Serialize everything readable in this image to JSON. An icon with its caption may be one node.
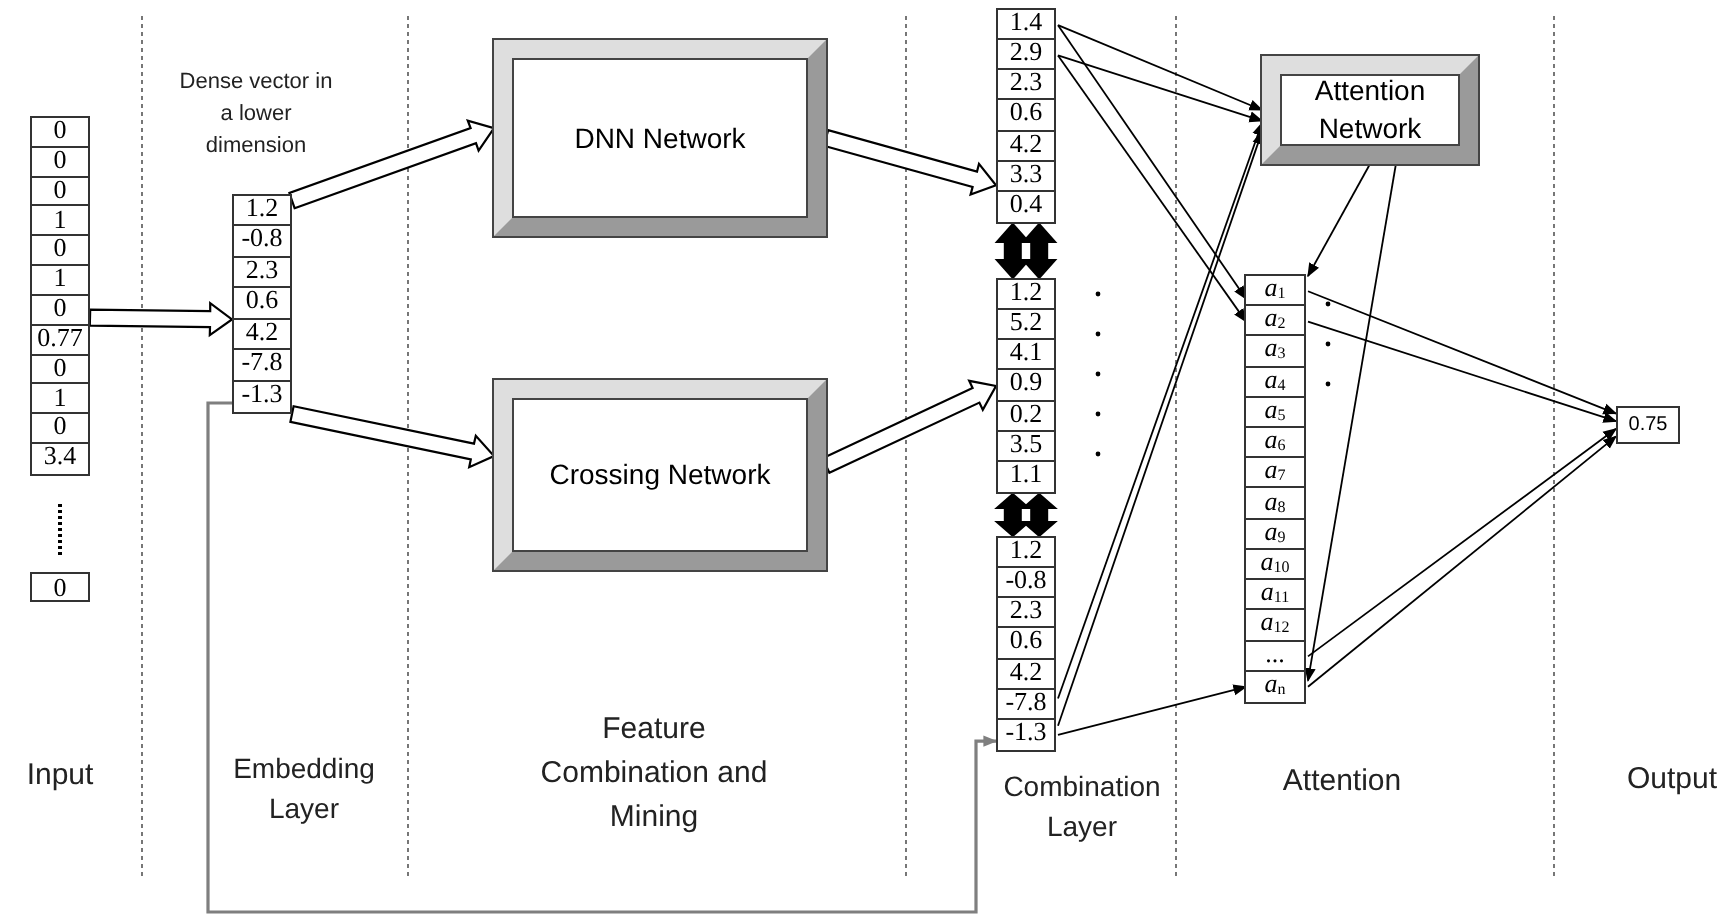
{
  "diagram": {
    "nodes": [
      {
        "text": [],
        "shape": "box"
      },
      {
        "text": [
          "0"
        ],
        "in": 0
      },
      {
        "text": [
          "0"
        ],
        "in": 0
      },
      {
        "text": [
          "0"
        ],
        "in": 0
      },
      {
        "text": [
          "1"
        ],
        "in": 0
      },
      {
        "text": [
          "0"
        ],
        "in": 0
      },
      {
        "text": [
          "1"
        ],
        "in": 0
      },
      {
        "text": [
          "0"
        ],
        "in": 0
      },
      {
        "text": [
          "0.77"
        ],
        "in": 0
      },
      {
        "text": [
          "0"
        ],
        "in": 0
      },
      {
        "text": [
          "1"
        ],
        "in": 0
      },
      {
        "text": [
          "0"
        ],
        "in": 0
      },
      {
        "text": [
          "3.4"
        ],
        "in": 0
      },
      {
        "text": [
          "0"
        ]
      },
      {
        "text": [],
        "shape": "box"
      },
      {
        "text": [
          "1.2"
        ],
        "in": 14
      },
      {
        "text": [
          "-0.8"
        ],
        "in": 14
      },
      {
        "text": [
          "2.3"
        ],
        "in": 14
      },
      {
        "text": [
          "0.6"
        ],
        "in": 14
      },
      {
        "text": [
          "4.2"
        ],
        "in": 14
      },
      {
        "text": [
          "-7.8"
        ],
        "in": 14
      },
      {
        "text": [
          "-1.3"
        ],
        "in": 14
      },
      {
        "text": [
          "DNN Network"
        ]
      },
      {
        "text": [
          "Crossing Network"
        ]
      },
      {
        "text": [],
        "shape": "box"
      },
      {
        "text": [
          "1.4"
        ],
        "in": 24
      },
      {
        "text": [
          "2.9"
        ],
        "in": 24
      },
      {
        "text": [
          "2.3"
        ],
        "in": 24
      },
      {
        "text": [
          "0.6"
        ],
        "in": 24
      },
      {
        "text": [
          "4.2"
        ],
        "in": 24
      },
      {
        "text": [
          "3.3"
        ],
        "in": 24
      },
      {
        "text": [
          "0.4"
        ],
        "in": 24
      },
      {
        "text": [],
        "shape": "box"
      },
      {
        "text": [
          "1.2"
        ],
        "in": 32
      },
      {
        "text": [
          "5.2"
        ],
        "in": 32
      },
      {
        "text": [
          "4.1"
        ],
        "in": 32
      },
      {
        "text": [
          "0.9"
        ],
        "in": 32
      },
      {
        "text": [
          "0.2"
        ],
        "in": 32
      },
      {
        "text": [
          "3.5"
        ],
        "in": 32
      },
      {
        "text": [
          "1.1"
        ],
        "in": 32
      },
      {
        "text": [],
        "shape": "box"
      },
      {
        "text": [
          "1.2"
        ],
        "in": 40
      },
      {
        "text": [
          "-0.8"
        ],
        "in": 40
      },
      {
        "text": [
          "2.3"
        ],
        "in": 40
      },
      {
        "text": [
          "0.6"
        ],
        "in": 40
      },
      {
        "text": [
          "4.2"
        ],
        "in": 40
      },
      {
        "text": [
          "-7.8"
        ],
        "in": 40
      },
      {
        "text": [
          "-1.3"
        ],
        "in": 40
      },
      {
        "text": [
          "Attention Network"
        ]
      },
      {
        "text": [],
        "shape": "box"
      },
      {
        "text": [
          "*a*$_{1}$"
        ],
        "in": 49
      },
      {
        "text": [
          "*a*$_{2}$"
        ],
        "in": 49
      },
      {
        "text": [
          "*a*$_{3}$"
        ],
        "in": 49
      },
      {
        "text": [
          "*a*$_{4}$"
        ],
        "in": 49
      },
      {
        "text": [
          "*a*$_{5}$"
        ],
        "in": 49
      },
      {
        "text": [
          "*a*$_{6}$"
        ],
        "in": 49
      },
      {
        "text": [
          "*a*$_{7}$"
        ],
        "in": 49
      },
      {
        "text": [
          "*a*$_{8}$"
        ],
        "in": 49
      },
      {
        "text": [
          "*a*$_{9}$"
        ],
        "in": 49
      },
      {
        "text": [
          "*a*$_{10}$"
        ],
        "in": 49
      },
      {
        "text": [
          "*a*$_{11}$"
        ],
        "in": 49
      },
      {
        "text": [
          "*a*$_{12}$"
        ],
        "in": 49
      },
      {
        "text": [
          "..."
        ],
        "in": 49
      },
      {
        "text": [
          "*a*$_{n}$"
        ],
        "in": 49
      },
      {
        "text": [
          "0.75"
        ]
      }
    ],
    "edges": [
      {
        "from": 0,
        "to": 14,
        "arrow": "to",
        "style": "thick"
      },
      {
        "from": 14,
        "to": 22,
        "arrow": "to",
        "style": "thick"
      },
      {
        "from": 14,
        "to": 23,
        "arrow": "to",
        "style": "thick"
      },
      {
        "from": 22,
        "to": 24,
        "arrow": "to",
        "style": "thick"
      },
      {
        "from": 23,
        "to": 32,
        "arrow": "to",
        "style": "thick"
      },
      {
        "from": 24,
        "to": 32,
        "arrow": "both",
        "style": "thick"
      },
      {
        "from": 24,
        "to": 32,
        "arrow": "both",
        "style": "thick"
      },
      {
        "from": 32,
        "to": 40,
        "arrow": "both",
        "style": "thick"
      },
      {
        "from": 32,
        "to": 40,
        "arrow": "both",
        "style": "thick"
      },
      {
        "from": 25,
        "to": 48,
        "arrow": "to"
      },
      {
        "from": 25,
        "to": 50,
        "arrow": "to"
      },
      {
        "from": 26,
        "to": 48,
        "arrow": "to"
      },
      {
        "from": 26,
        "to": 51,
        "arrow": "to"
      },
      {
        "from": 46,
        "to": 48,
        "arrow": "to"
      },
      {
        "from": 47,
        "to": 48,
        "arrow": "to"
      },
      {
        "from": 47,
        "to": 63,
        "arrow": "to"
      },
      {
        "from": 48,
        "to": 50,
        "arrow": "to"
      },
      {
        "from": 48,
        "to": 63,
        "arrow": "to"
      },
      {
        "from": 50,
        "to": 64,
        "arrow": "to"
      },
      {
        "from": 51,
        "to": 64,
        "arrow": "to"
      },
      {
        "from": 62,
        "to": 64,
        "arrow": "to"
      },
      {
        "from": 63,
        "to": 64,
        "arrow": "to"
      },
      {
        "from": 14,
        "to": 40,
        "arrow": "to",
        "color": "#7f7f7f"
      }
    ],
    "labels": [
      "Dense vector in a lower dimension",
      "Input",
      "Embedding Layer",
      "Feature Combination and Mining",
      "Combination Layer",
      "Attention",
      "Output"
    ]
  }
}
